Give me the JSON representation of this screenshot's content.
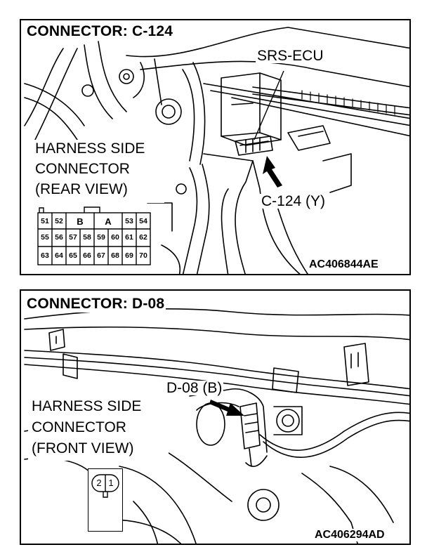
{
  "top": {
    "title": "CONNECTOR: C-124",
    "component_label": "SRS-ECU",
    "harness_label": [
      "HARNESS SIDE",
      "CONNECTOR",
      "(REAR VIEW)"
    ],
    "connector_callout": "C-124 (Y)",
    "figure_code": "AC406844AE",
    "pins_row1": [
      "51",
      "52",
      "B",
      "A",
      "53",
      "54"
    ],
    "pins_row2": [
      "55",
      "56",
      "57",
      "58",
      "59",
      "60",
      "61",
      "62"
    ],
    "pins_row3": [
      "63",
      "64",
      "65",
      "66",
      "67",
      "68",
      "69",
      "70"
    ]
  },
  "bottom": {
    "title": "CONNECTOR: D-08",
    "connector_callout": "D-08 (B)",
    "harness_label": [
      "HARNESS SIDE",
      "CONNECTOR",
      "(FRONT VIEW)"
    ],
    "figure_code": "AC406294AD",
    "pins": [
      "2",
      "1"
    ]
  }
}
